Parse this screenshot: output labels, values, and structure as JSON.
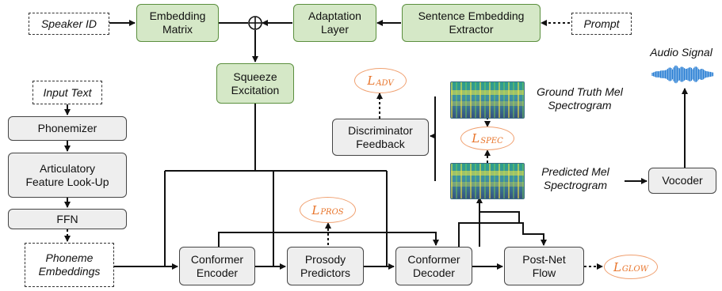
{
  "nodes": {
    "speaker_id": "Speaker ID",
    "embedding_matrix": [
      "Embedding",
      "Matrix"
    ],
    "adaptation_layer": [
      "Adaptation",
      "Layer"
    ],
    "sentence_embedding_extractor": [
      "Sentence Embedding",
      "Extractor"
    ],
    "prompt": "Prompt",
    "squeeze_excitation": [
      "Squeeze",
      "Excitation"
    ],
    "input_text": "Input Text",
    "phonemizer": "Phonemizer",
    "articulatory": [
      "Articulatory",
      "Feature Look-Up"
    ],
    "ffn": "FFN",
    "phoneme_embeddings": [
      "Phoneme",
      "Embeddings"
    ],
    "conformer_encoder": [
      "Conformer",
      "Encoder"
    ],
    "prosody_predictors": [
      "Prosody",
      "Predictors"
    ],
    "conformer_decoder": [
      "Conformer",
      "Decoder"
    ],
    "post_net_flow": [
      "Post-Net",
      "Flow"
    ],
    "discriminator_feedback": [
      "Discriminator",
      "Feedback"
    ],
    "vocoder": "Vocoder",
    "ground_truth_mel": [
      "Ground Truth Mel",
      "Spectrogram"
    ],
    "predicted_mel": [
      "Predicted Mel",
      "Spectrogram"
    ],
    "audio_signal": "Audio Signal"
  },
  "losses": {
    "adv": {
      "main": "L",
      "sub": "ADV"
    },
    "spec": {
      "main": "L",
      "sub": "SPEC"
    },
    "pros": {
      "main": "L",
      "sub": "PROS"
    },
    "glow": {
      "main": "L",
      "sub": "GLOW"
    }
  },
  "colors": {
    "green_fill": "#d5e8c7",
    "green_border": "#5b8f3e",
    "gray_fill": "#eeeeee",
    "loss_orange": "#e8742a",
    "audio_blue": "#2a7fd4"
  }
}
